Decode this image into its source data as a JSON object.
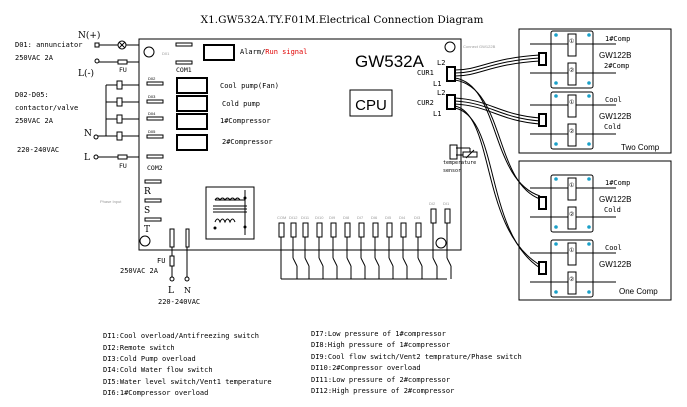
{
  "title": "X1.GW532A.TY.F01M.Electrical Connection Diagram",
  "board": {
    "model": "GW532A",
    "cpu_label": "CPU",
    "connect_note": "Connect GW122B",
    "phase_input_label": "Phase Input",
    "temperature_sensor_label_1": "temperature",
    "temperature_sensor_label_2": "sensor",
    "cur1_label": "CUR1",
    "cur2_label": "CUR2",
    "l1_label": "L1",
    "l2_label": "L2",
    "com1_label": "COM1",
    "com2_label": "COM2",
    "phases": [
      "R",
      "S",
      "T"
    ],
    "outputs": [
      {
        "port": "D01",
        "label_a": "Alarm/",
        "label_b": "Run signal",
        "label_b_color": "#e00000"
      },
      {
        "port": "D02",
        "label_a": "Cool pump(Fan)"
      },
      {
        "port": "D03",
        "label_a": "Cold pump"
      },
      {
        "port": "D04",
        "label_a": "1#Compressor"
      },
      {
        "port": "D05",
        "label_a": "2#Compressor"
      }
    ],
    "input_terminals": [
      "COM",
      "DI12",
      "DI11",
      "DI10",
      "DI9",
      "DI8",
      "DI7",
      "DI6",
      "DI5",
      "DI4",
      "DI3",
      "DI2",
      "DI1"
    ]
  },
  "left_wiring": {
    "n_plus": "N(+)",
    "l_minus": "L(-)",
    "d01_desc": "D01: annunciator",
    "d01_rating": "250VAC 2A",
    "d02_desc_1": "D02-D05:",
    "d02_desc_2": "contactor/valve",
    "d02_rating": "250VAC 2A",
    "n_label": "N",
    "l_label": "L",
    "supply": "220-240VAC",
    "fuse": "FU"
  },
  "bottom_power": {
    "fuse": "FU",
    "rating": "250VAC 2A",
    "l_label": "L",
    "n_label": "N",
    "supply": "220-240VAC"
  },
  "modules": {
    "two_comp": {
      "title": "Two Comp",
      "units": [
        {
          "name": "GW122B",
          "top_label": "1#Comp",
          "bottom_label": "2#Comp"
        },
        {
          "name": "GW122B",
          "top_label": "Cool",
          "bottom_label": "Cold"
        }
      ]
    },
    "one_comp": {
      "title": "One Comp",
      "units": [
        {
          "name": "GW122B",
          "top_label": "1#Comp",
          "bottom_label": "Cold"
        },
        {
          "name": "GW122B",
          "top_label": "Cool",
          "bottom_label": ""
        }
      ]
    },
    "coil_marks": [
      "①",
      "②"
    ]
  },
  "legend_left": [
    "DI1:Cool overload/Antifreezing switch",
    "DI2:Remote switch",
    "DI3:Cold Pump overload",
    "DI4:Cold Water flow switch",
    "DI5:Water level switch/Vent1 temperature",
    "DI6:1#Compressor overload"
  ],
  "legend_right": [
    "DI7:Low pressure of 1#compressor",
    "DI8:High pressure of 1#compressor",
    "DI9:Cool flow switch/Vent2 temprature/Phase switch",
    "DI10:2#Compressor overload",
    "DI11:Low pressure of 2#compressor",
    "DI12:High pressure of 2#compressor"
  ]
}
